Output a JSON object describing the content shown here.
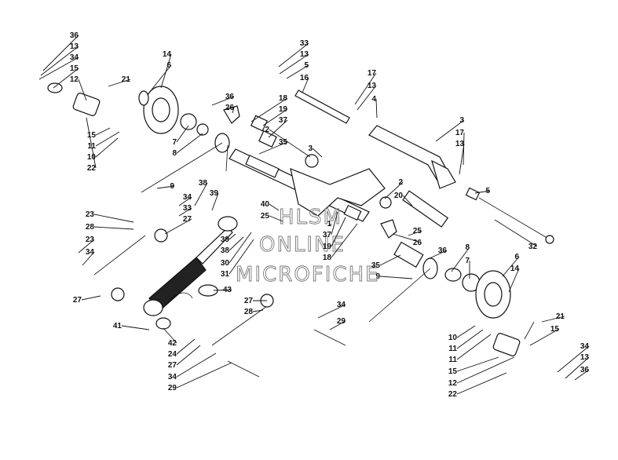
{
  "watermark": {
    "line1": "HLSM",
    "line2": "ONLINE",
    "line3": "MICROFICHE"
  },
  "callouts": [
    {
      "id": "c1",
      "label": "36"
    },
    {
      "id": "c2",
      "label": "13"
    },
    {
      "id": "c3",
      "label": "34"
    },
    {
      "id": "c4",
      "label": "15"
    },
    {
      "id": "c5",
      "label": "12"
    },
    {
      "id": "c6",
      "label": "21"
    },
    {
      "id": "c7",
      "label": "14"
    },
    {
      "id": "c8",
      "label": "6"
    },
    {
      "id": "c9",
      "label": "15"
    },
    {
      "id": "c10",
      "label": "11"
    },
    {
      "id": "c11",
      "label": "10"
    },
    {
      "id": "c12",
      "label": "22"
    },
    {
      "id": "c13",
      "label": "36"
    },
    {
      "id": "c14",
      "label": "26"
    },
    {
      "id": "c15",
      "label": "18"
    },
    {
      "id": "c16",
      "label": "19"
    },
    {
      "id": "c17",
      "label": "37"
    },
    {
      "id": "c18",
      "label": "35"
    },
    {
      "id": "c19",
      "label": "7"
    },
    {
      "id": "c20",
      "label": "8"
    },
    {
      "id": "c21",
      "label": "9"
    },
    {
      "id": "c22",
      "label": "33"
    },
    {
      "id": "c23",
      "label": "13"
    },
    {
      "id": "c24",
      "label": "5"
    },
    {
      "id": "c25",
      "label": "16"
    },
    {
      "id": "c26",
      "label": "17"
    },
    {
      "id": "c27",
      "label": "13"
    },
    {
      "id": "c28",
      "label": "4"
    },
    {
      "id": "c29",
      "label": "2"
    },
    {
      "id": "c30",
      "label": "3"
    },
    {
      "id": "c31",
      "label": "3"
    },
    {
      "id": "c32",
      "label": "17"
    },
    {
      "id": "c33",
      "label": "13"
    },
    {
      "id": "c34",
      "label": "5"
    },
    {
      "id": "c35",
      "label": "2"
    },
    {
      "id": "c36",
      "label": "20"
    },
    {
      "id": "c37",
      "label": "38"
    },
    {
      "id": "c38",
      "label": "39"
    },
    {
      "id": "c39",
      "label": "34"
    },
    {
      "id": "c40",
      "label": "33"
    },
    {
      "id": "c41",
      "label": "27"
    },
    {
      "id": "c42",
      "label": "23"
    },
    {
      "id": "c43",
      "label": "28"
    },
    {
      "id": "c44",
      "label": "23"
    },
    {
      "id": "c45",
      "label": "34"
    },
    {
      "id": "c46",
      "label": "27"
    },
    {
      "id": "c47",
      "label": "41"
    },
    {
      "id": "c48",
      "label": "40"
    },
    {
      "id": "c49",
      "label": "25"
    },
    {
      "id": "c50",
      "label": "1"
    },
    {
      "id": "c51",
      "label": "37"
    },
    {
      "id": "c52",
      "label": "19"
    },
    {
      "id": "c53",
      "label": "18"
    },
    {
      "id": "c54",
      "label": "39"
    },
    {
      "id": "c55",
      "label": "38"
    },
    {
      "id": "c56",
      "label": "30"
    },
    {
      "id": "c57",
      "label": "31"
    },
    {
      "id": "c58",
      "label": "25"
    },
    {
      "id": "c59",
      "label": "26"
    },
    {
      "id": "c60",
      "label": "32"
    },
    {
      "id": "c61",
      "label": "36"
    },
    {
      "id": "c62",
      "label": "8"
    },
    {
      "id": "c63",
      "label": "7"
    },
    {
      "id": "c64",
      "label": "35"
    },
    {
      "id": "c65",
      "label": "9"
    },
    {
      "id": "c66",
      "label": "6"
    },
    {
      "id": "c67",
      "label": "14"
    },
    {
      "id": "c68",
      "label": "43"
    },
    {
      "id": "c69",
      "label": "27"
    },
    {
      "id": "c70",
      "label": "28"
    },
    {
      "id": "c71",
      "label": "34"
    },
    {
      "id": "c72",
      "label": "29"
    },
    {
      "id": "c73",
      "label": "42"
    },
    {
      "id": "c74",
      "label": "24"
    },
    {
      "id": "c75",
      "label": "27"
    },
    {
      "id": "c76",
      "label": "34"
    },
    {
      "id": "c77",
      "label": "29"
    },
    {
      "id": "c78",
      "label": "21"
    },
    {
      "id": "c79",
      "label": "15"
    },
    {
      "id": "c80",
      "label": "10"
    },
    {
      "id": "c81",
      "label": "11"
    },
    {
      "id": "c82",
      "label": "11"
    },
    {
      "id": "c83",
      "label": "15"
    },
    {
      "id": "c84",
      "label": "12"
    },
    {
      "id": "c85",
      "label": "22"
    },
    {
      "id": "c86",
      "label": "34"
    },
    {
      "id": "c87",
      "label": "13"
    },
    {
      "id": "c88",
      "label": "36"
    }
  ]
}
